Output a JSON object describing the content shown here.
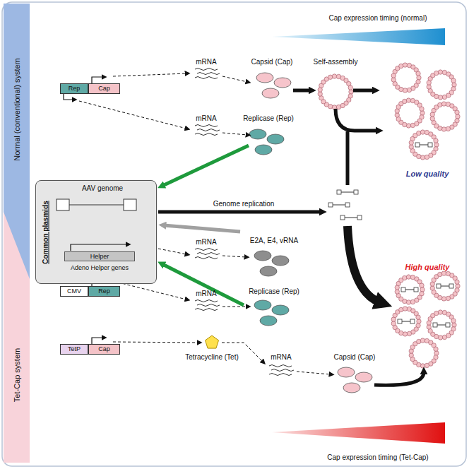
{
  "diagram": {
    "nodes": [
      {
        "text": [
          "Normal (conventional) system"
        ]
      },
      {
        "text": [
          "Rep"
        ]
      },
      {
        "text": [
          "Cap"
        ]
      },
      {
        "text": [
          "Common plasmids"
        ]
      },
      {
        "text": [
          "Helper",
          "Adeno Helper genes"
        ],
        "in": 3
      },
      {
        "text": [
          "Tet-Cap system"
        ]
      },
      {
        "text": [
          "CMV"
        ]
      },
      {
        "text": [
          "Rep"
        ]
      },
      {
        "text": [
          "TetP"
        ]
      },
      {
        "text": [
          "Cap"
        ]
      }
    ],
    "labels": [
      "Cap expression timing (normal)",
      "mRNA",
      "Capsid (Cap)",
      "Self-assembly",
      "mRNA",
      "Replicase (Rep)",
      "Low quality",
      "AAV genome",
      "Genome replication",
      "mRNA",
      "E2A, E4, vRNA",
      "High quality",
      "mRNA",
      "Replicase (Rep)",
      "Tetracycline (Tet)",
      "mRNA",
      "Capsid (Cap)",
      "Cap expression timing (Tet-Cap)"
    ]
  }
}
